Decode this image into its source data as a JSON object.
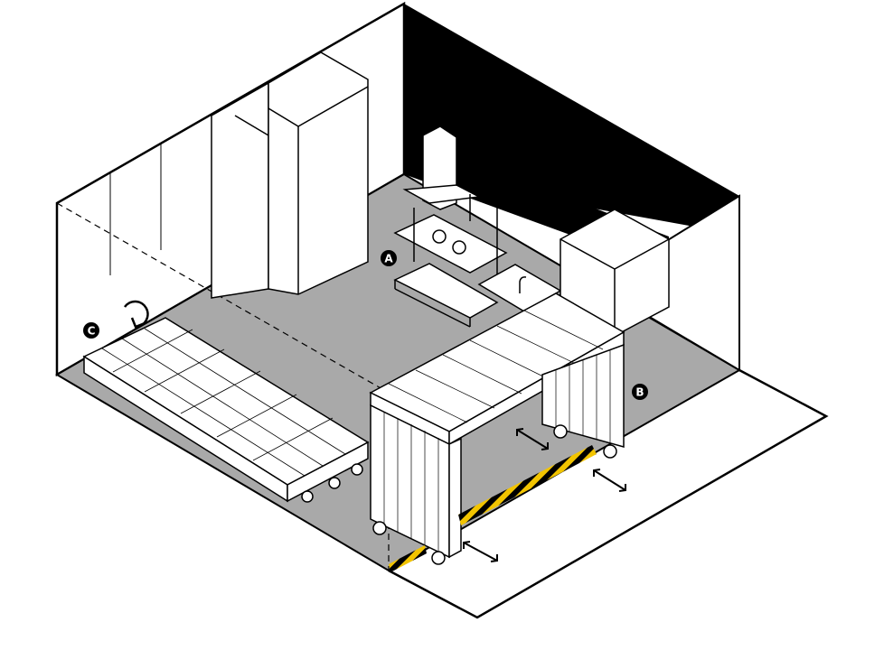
{
  "markers": {
    "a": "A",
    "b": "B",
    "c": "C"
  },
  "colors": {
    "floor": "#a9a9a9",
    "wall_dark": "#000000",
    "line": "#000000",
    "furniture": "#ffffff",
    "hazard_yellow": "#f2c400"
  },
  "icons": {
    "rotate": "rotate-arrow-icon",
    "slide": "double-arrow-icon"
  }
}
